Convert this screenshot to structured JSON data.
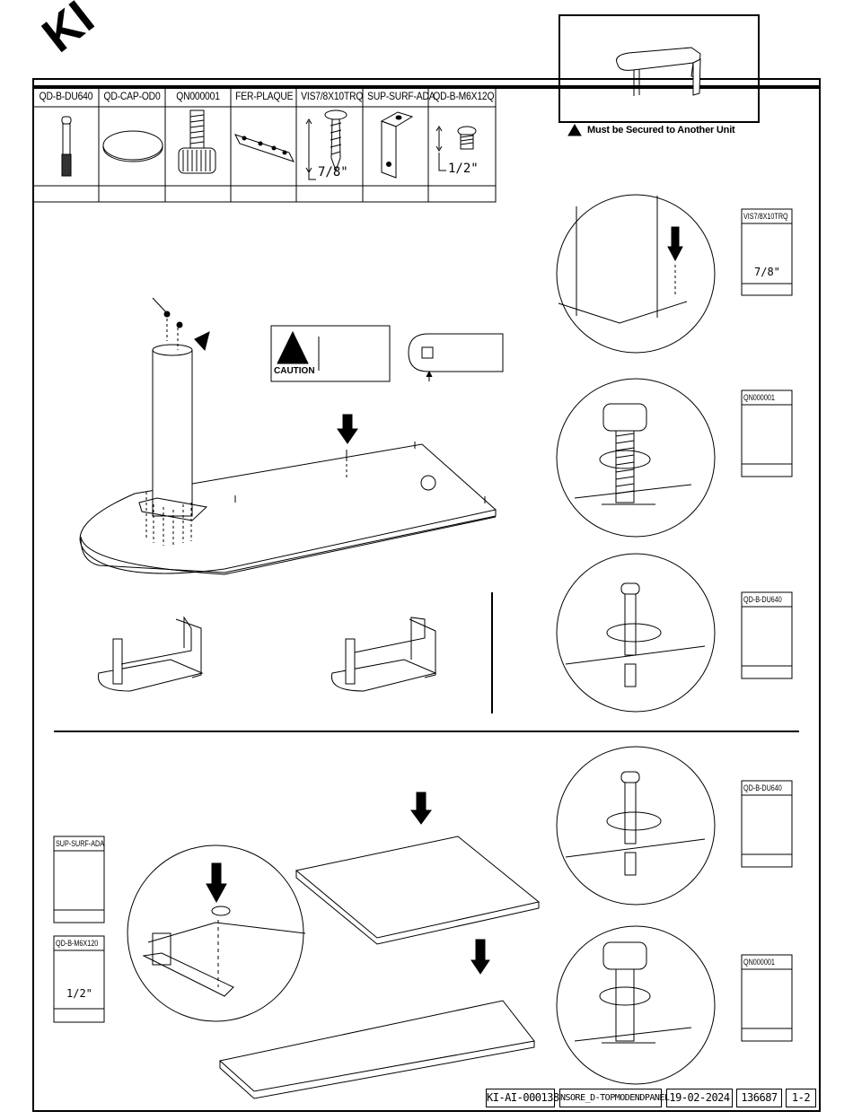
{
  "brand": "KI",
  "parts_header": [
    "QD-B-DU640",
    "QD-CAP-OD0",
    "QN000001",
    "FER-PLAQUE",
    "VIS7/8X10TRQ",
    "SUP-SURF-ADA",
    "QD-B-M6X12Q"
  ],
  "dims": {
    "vis": "7/8\"",
    "m6": "1/2\""
  },
  "warning": "Must be Secured to Another Unit",
  "caution": "CAUTION",
  "side_labels": {
    "vis": "VIS7/8X10TRQ",
    "qn1": "QN000001",
    "du1": "QD-B-DU640",
    "du2": "QD-B-DU640",
    "qn2": "QN000001",
    "sup": "SUP-SURF-ADA",
    "m6": "QD-B-M6X120"
  },
  "footer": {
    "code": "KI-AI-000138",
    "name": "NSORE_D-TOPMODENDPANEL",
    "date": "19-02-2024",
    "num": "136687",
    "page": "1-2"
  }
}
